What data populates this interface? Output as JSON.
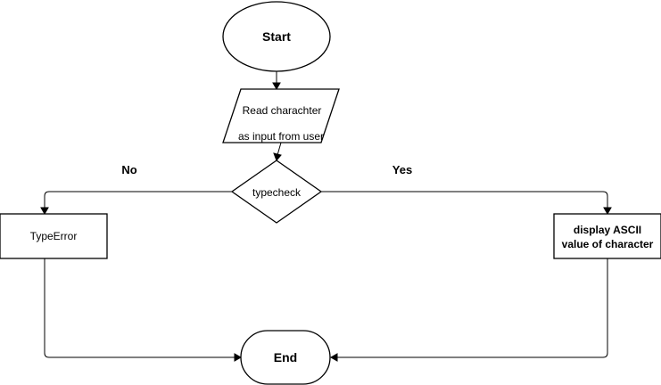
{
  "nodes": {
    "start": {
      "label": "Start"
    },
    "read": {
      "line1": "Read charachter",
      "line2": "as input from user"
    },
    "decision": {
      "label": "typecheck"
    },
    "error": {
      "label": "TypeError"
    },
    "display": {
      "line1": "display ASCII",
      "line2": "value of character"
    },
    "end": {
      "label": "End"
    }
  },
  "edges": {
    "no_label": "No",
    "yes_label": "Yes"
  }
}
